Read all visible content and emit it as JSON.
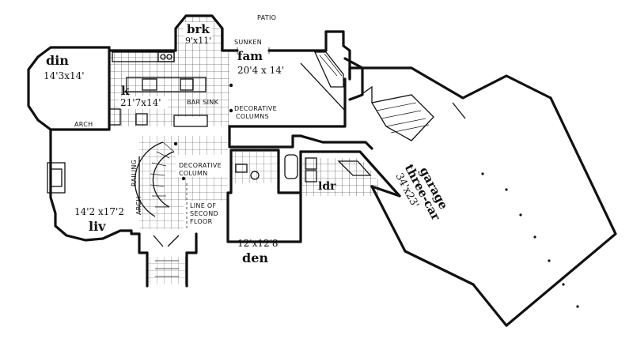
{
  "labels": {
    "patio": "PATIO",
    "brk_name": "brk",
    "brk_dim": "9'x11'",
    "sunken": "SUNKEN",
    "fam_name": "fam",
    "fam_dim": "20'4 x 14'",
    "din_name": "din",
    "din_dim": "14'3x14'",
    "k_name": "k",
    "k_dim": "21'7x14'",
    "bar_sink": "BAR SINK",
    "decorative_columns_1": "DECORATIVE",
    "decorative_columns_2": "COLUMNS",
    "arch_dining": "ARCH",
    "decorative_column_1": "DECORATIVE",
    "decorative_column_2": "COLUMN",
    "railing": "RAILING",
    "arch_entry": "ARCH",
    "line_of_second_floor_1": "LINE OF",
    "line_of_second_floor_2": "SECOND",
    "line_of_second_floor_3": "FLOOR",
    "liv_dim": "14'2 x17'2",
    "liv_name": "liv",
    "den_dim": "12'x12'8",
    "den_name": "den",
    "ldr_name": "ldr",
    "garage_dim": "34'x23'",
    "garage_line1": "three-car",
    "garage_line2": "garage"
  }
}
